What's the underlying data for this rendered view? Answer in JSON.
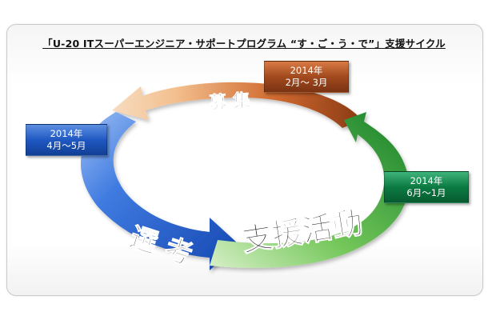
{
  "title": "「U-20 ITスーパーエンジニア・サポートプログラム “す・ご・う・で”」支援サイクル",
  "phases": {
    "recruit": {
      "label": "募 集",
      "year": "2014年",
      "period": "2月～ 3月"
    },
    "selection": {
      "label": "選 考",
      "year": "2014年",
      "period": "4月～5月"
    },
    "support": {
      "label": "支援活動",
      "year": "2014年",
      "period": "6月～1月"
    }
  },
  "colors": {
    "recruit": "#e06a2a",
    "selection": "#2a66d6",
    "support": "#2aa63a"
  }
}
